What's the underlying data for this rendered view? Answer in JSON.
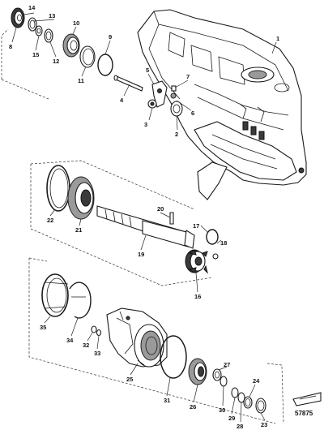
{
  "reference_number": "57875",
  "callouts": [
    "1",
    "2",
    "3",
    "4",
    "5",
    "6",
    "7",
    "8",
    "9",
    "10",
    "11",
    "12",
    "13",
    "14",
    "15",
    "16",
    "17",
    "18",
    "19",
    "20",
    "21",
    "22",
    "23",
    "24",
    "25",
    "26",
    "27",
    "28",
    "29",
    "30",
    "31",
    "32",
    "33",
    "34",
    "35"
  ]
}
